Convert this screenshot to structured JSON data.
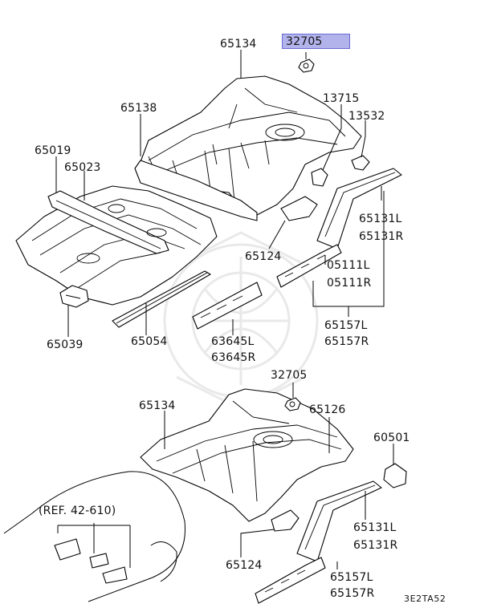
{
  "diagram_code": "3E2TA52",
  "reference_note": "(REF. 42-610)",
  "highlight_color": "#b3b3ec",
  "labels": {
    "p65134_top": "65134",
    "p32705_top": "32705",
    "p65138": "65138",
    "p13715": "13715",
    "p13532": "13532",
    "p65019": "65019",
    "p65023": "65023",
    "p65131L_top": "65131L",
    "p65131R_top": "65131R",
    "p65124_top": "65124",
    "p05111L": "05111L",
    "p05111R": "05111R",
    "p65039": "65039",
    "p65054": "65054",
    "p63645L": "63645L",
    "p63645R": "63645R",
    "p65157L_top": "65157L",
    "p65157R_top": "65157R",
    "p32705_bottom": "32705",
    "p65134_bottom": "65134",
    "p65126": "65126",
    "p60501": "60501",
    "p65131L_bottom": "65131L",
    "p65131R_bottom": "65131R",
    "p65124_bottom": "65124",
    "p65157L_bottom": "65157L",
    "p65157R_bottom": "65157R"
  }
}
